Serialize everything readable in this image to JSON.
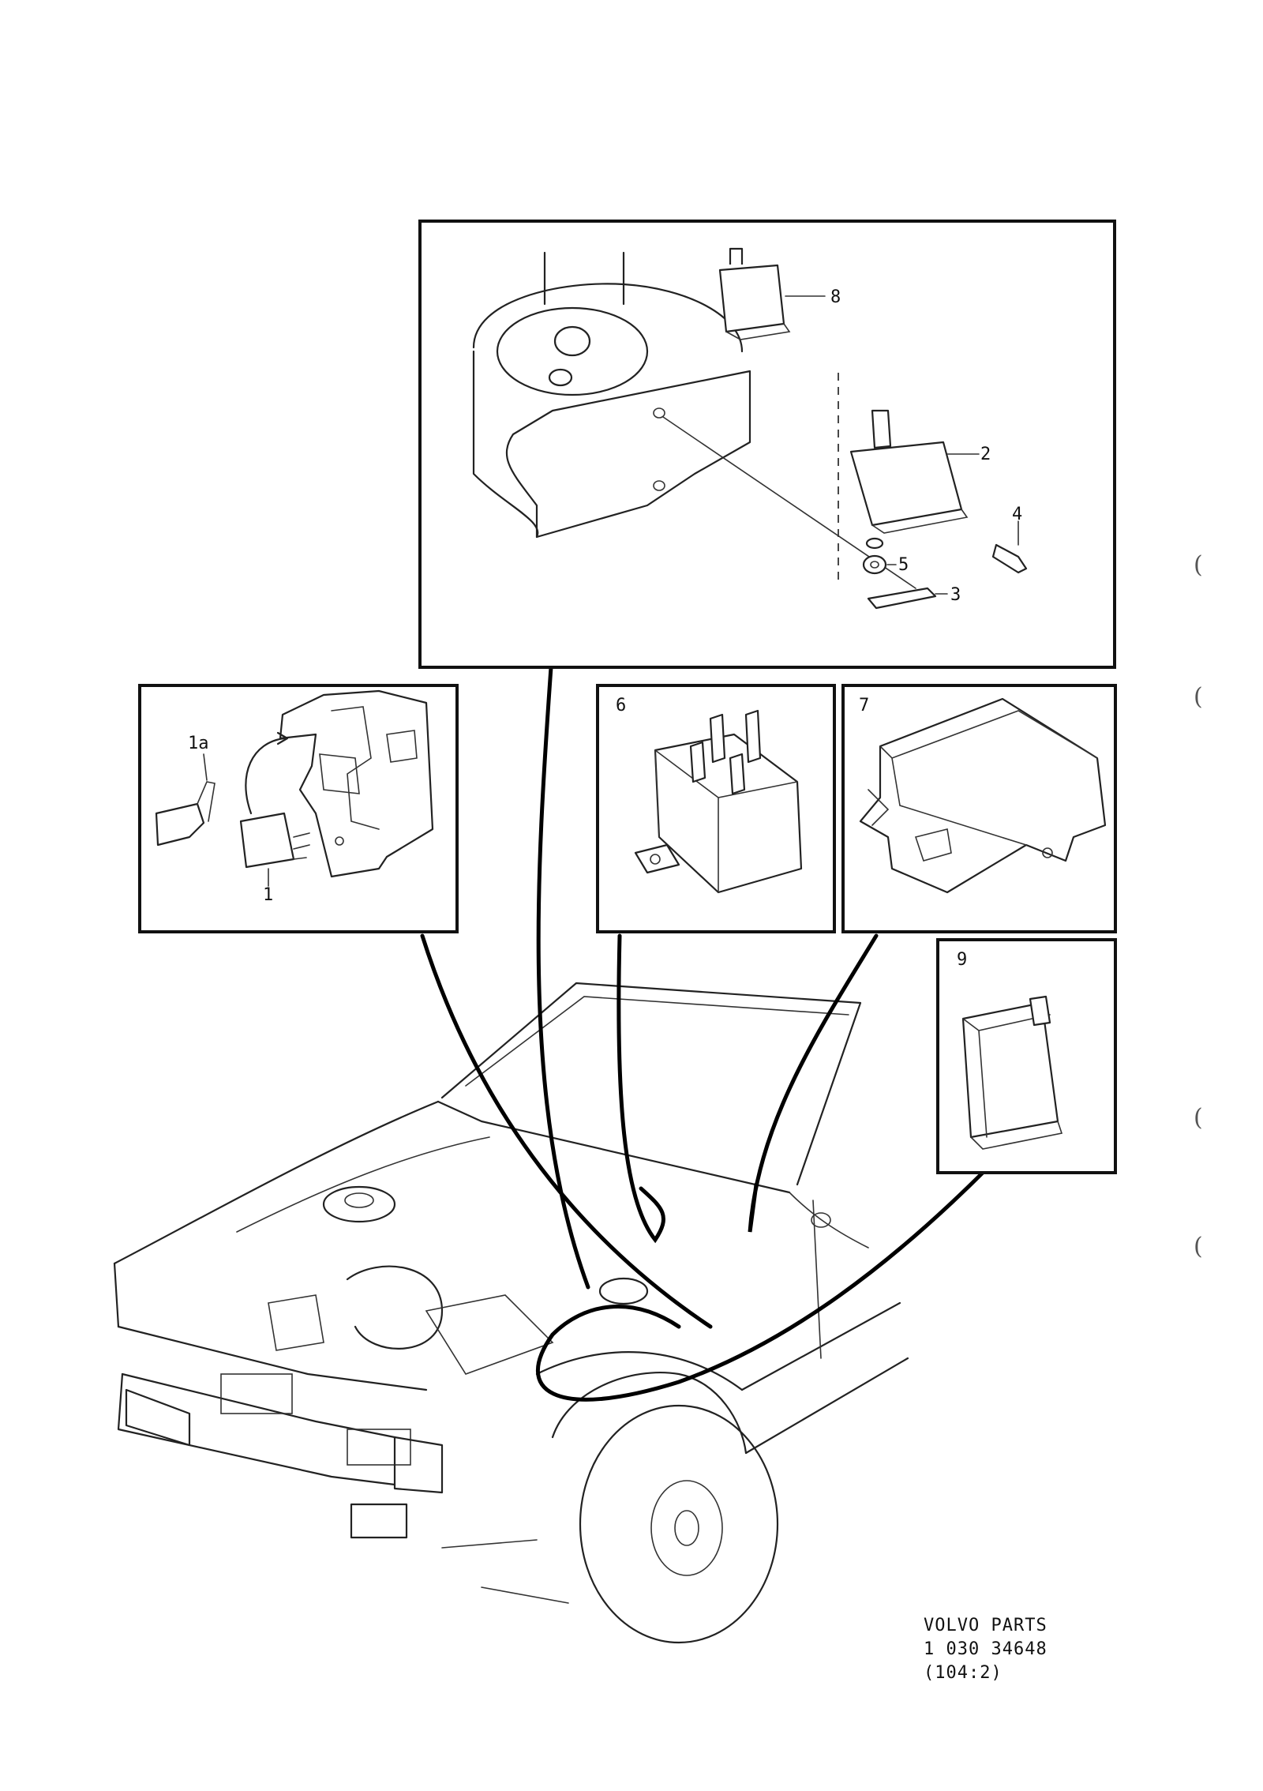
{
  "diagram": {
    "panels": [
      {
        "id": "top",
        "callouts": [
          "8",
          "2",
          "4",
          "5",
          "3"
        ]
      },
      {
        "id": "left",
        "callouts": [
          "1a",
          "1"
        ]
      },
      {
        "id": "six",
        "number": "6"
      },
      {
        "id": "seven",
        "number": "7"
      },
      {
        "id": "nine",
        "number": "9"
      }
    ],
    "footer": {
      "line1": "VOLVO  PARTS",
      "line2": "1  030  34648",
      "line3": "(104:2)"
    },
    "margin_marks": [
      "(",
      "(",
      "(",
      "("
    ]
  }
}
